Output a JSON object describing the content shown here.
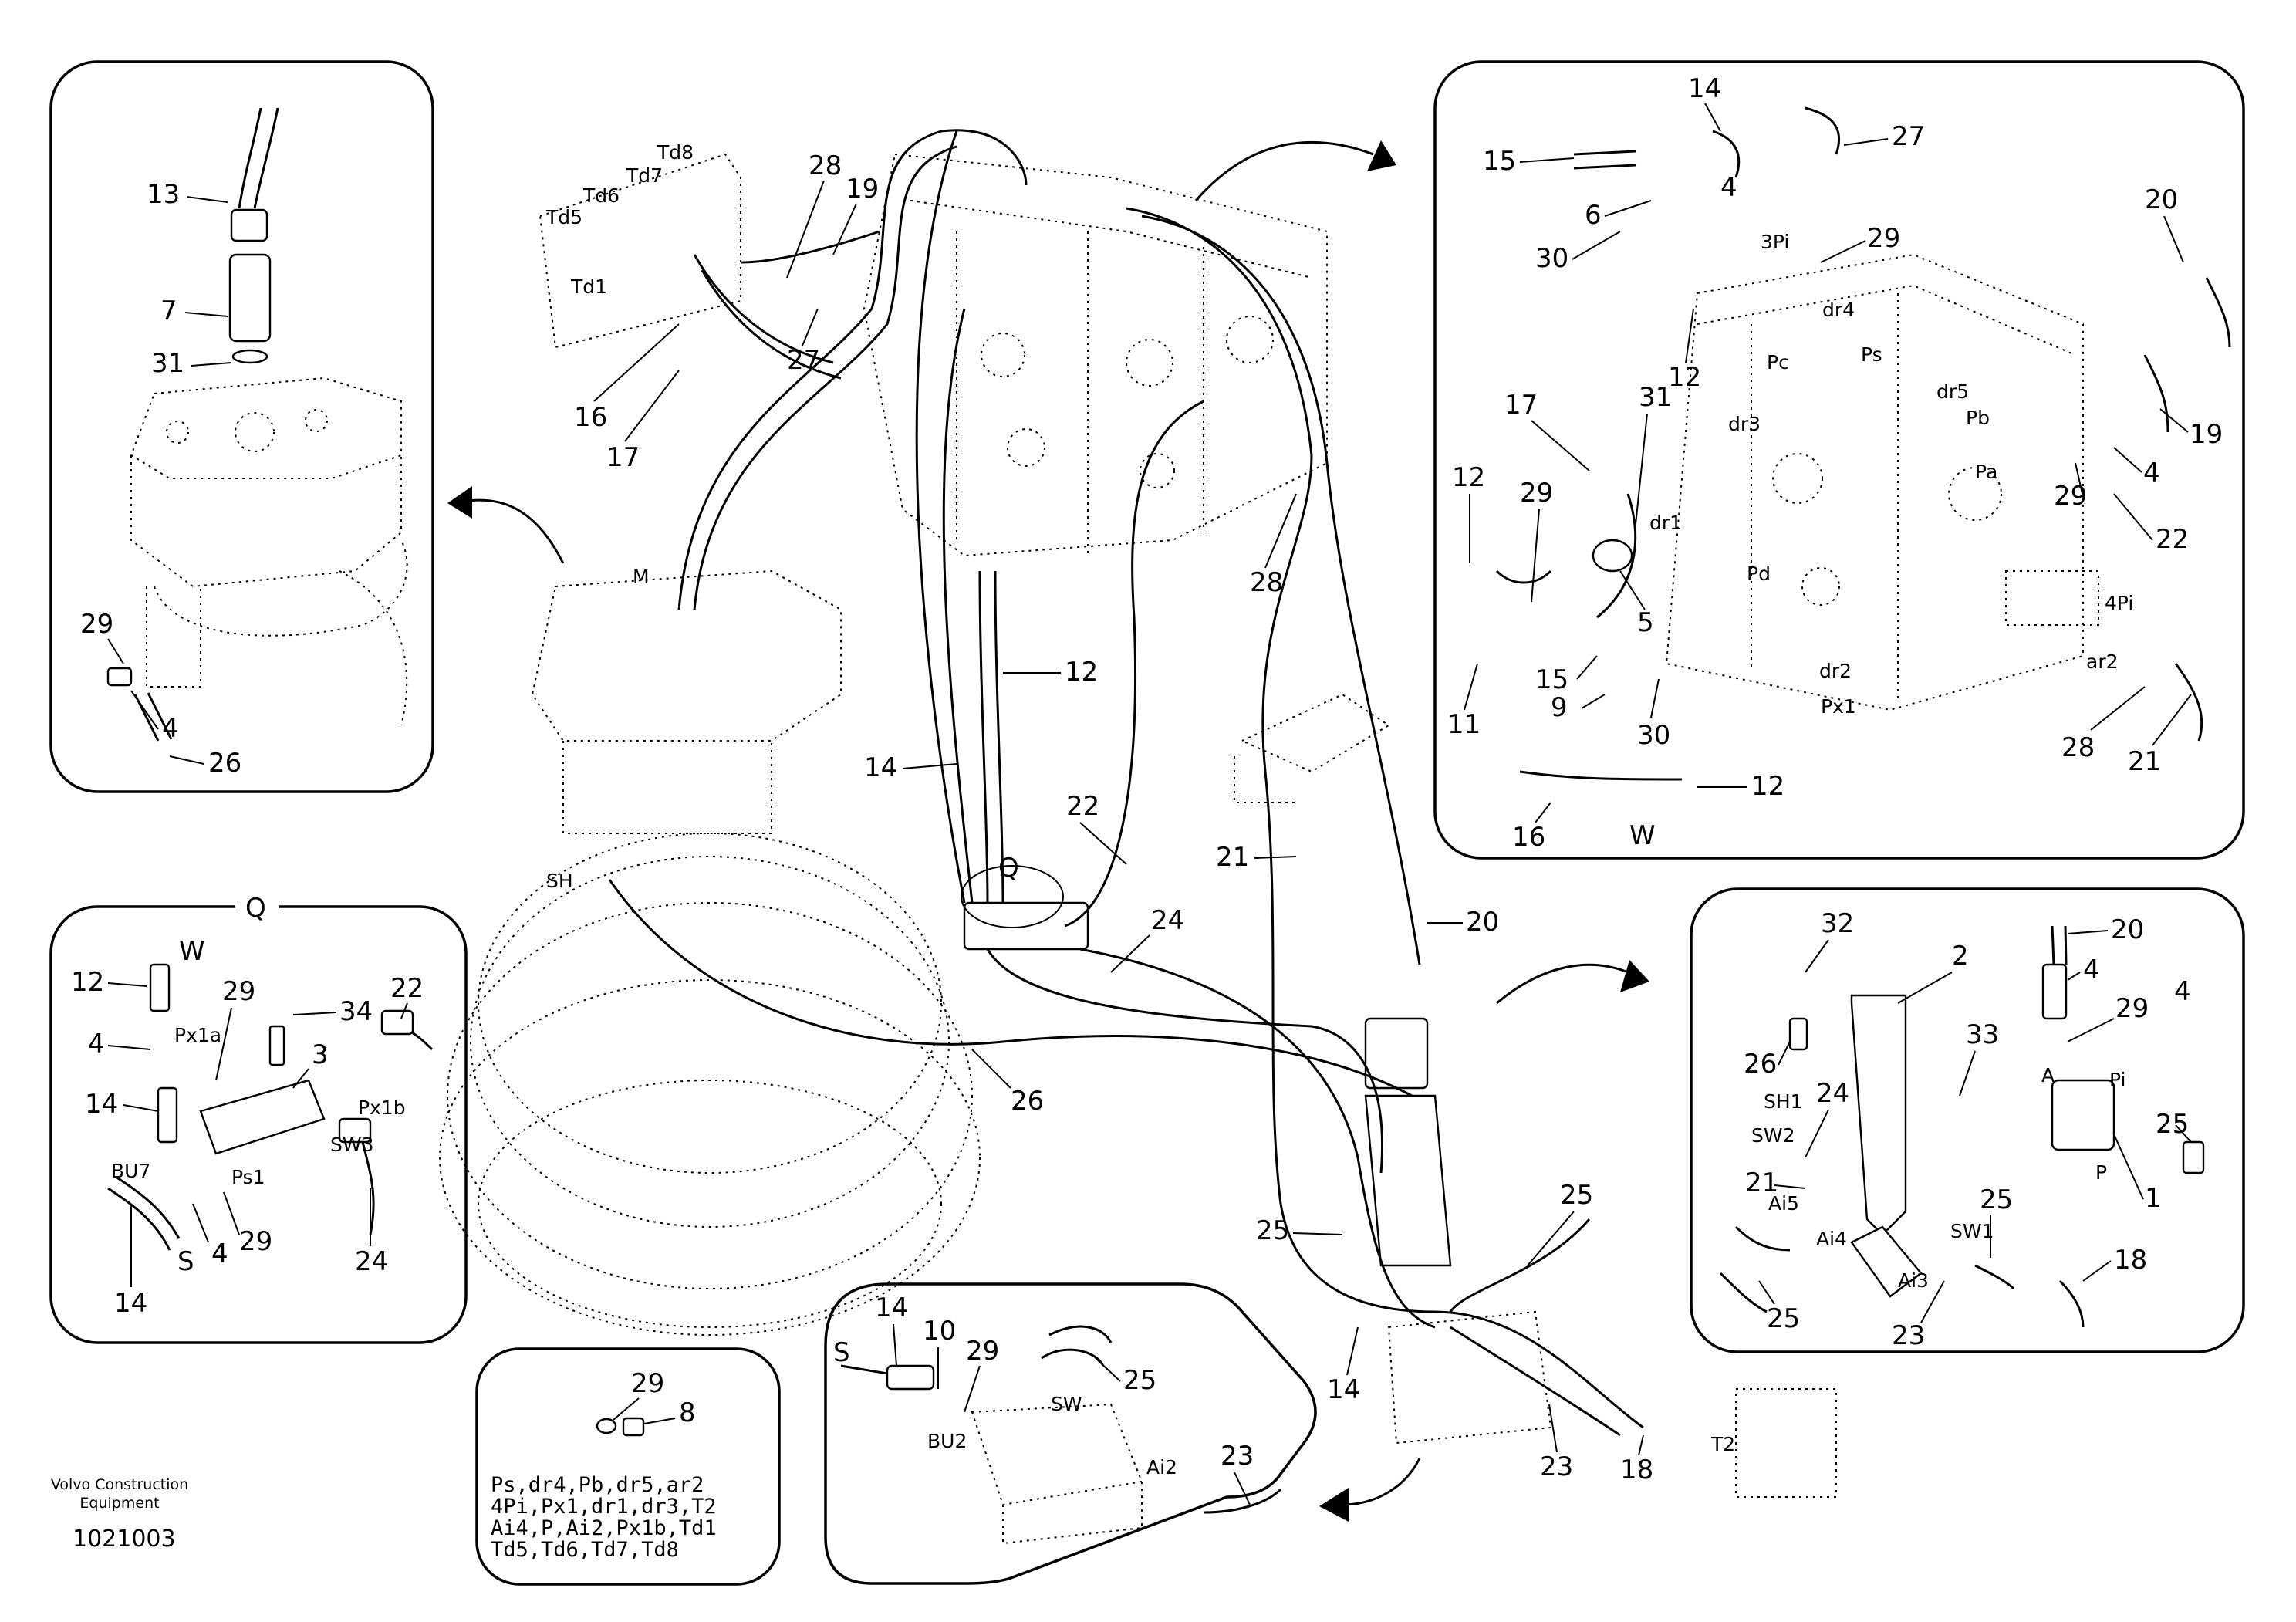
{
  "panels": {
    "top_left": {
      "labels": [
        "13",
        "7",
        "31",
        "29",
        "4",
        "26"
      ]
    },
    "top_right": {
      "labels": [
        "15",
        "14",
        "27",
        "6",
        "4",
        "30",
        "3Pi",
        "29",
        "20",
        "12",
        "dr4",
        "Ps",
        "Pc",
        "dr5",
        "Pb",
        "dr3",
        "17",
        "31",
        "19",
        "12",
        "29",
        "Pa",
        "4",
        "29",
        "22",
        "dr1",
        "5",
        "Pd",
        "11",
        "15",
        "4Pi",
        "9",
        "30",
        "dr2",
        "ar2",
        "Px1",
        "28",
        "21",
        "16",
        "W",
        "12"
      ]
    },
    "q_detail": {
      "title": "Q",
      "labels": [
        "12",
        "W",
        "29",
        "34",
        "22",
        "4",
        "Px1a",
        "3",
        "14",
        "Px1b",
        "SW3",
        "BU7",
        "Ps1",
        "4",
        "29",
        "S",
        "24",
        "14"
      ]
    },
    "right_mid": {
      "labels": [
        "32",
        "2",
        "20",
        "4",
        "26",
        "33",
        "29",
        "4",
        "SH1",
        "24",
        "A",
        "Pi",
        "SW2",
        "25",
        "21",
        "P",
        "1",
        "Ai5",
        "25",
        "SW1",
        "Ai4",
        "18",
        "25",
        "Ai3",
        "23"
      ]
    },
    "bottom_mid": {
      "labels": [
        "14",
        "10",
        "29",
        "S",
        "25",
        "SW",
        "BU2",
        "Ai2",
        "23"
      ]
    },
    "bottom_left_box": {
      "labels": [
        "29",
        "8"
      ],
      "text_lines": [
        "Ps,dr4,Pb,dr5,ar2",
        "4Pi,Px1,dr1,dr3,T2",
        "Ai4,P,Ai2,Px1b,Td1",
        "Td5,Td6,Td7,Td8"
      ]
    }
  },
  "main_labels": [
    "Td8",
    "Td7",
    "Td6",
    "Td5",
    "Td1",
    "28",
    "19",
    "27",
    "16",
    "17",
    "M",
    "12",
    "14",
    "22",
    "Q",
    "24",
    "26",
    "SH",
    "21",
    "20",
    "28",
    "25",
    "25",
    "14",
    "23",
    "18",
    "T2"
  ],
  "brand": {
    "line1": "Volvo Construction",
    "line2": "Equipment"
  },
  "document_id": "1021003"
}
